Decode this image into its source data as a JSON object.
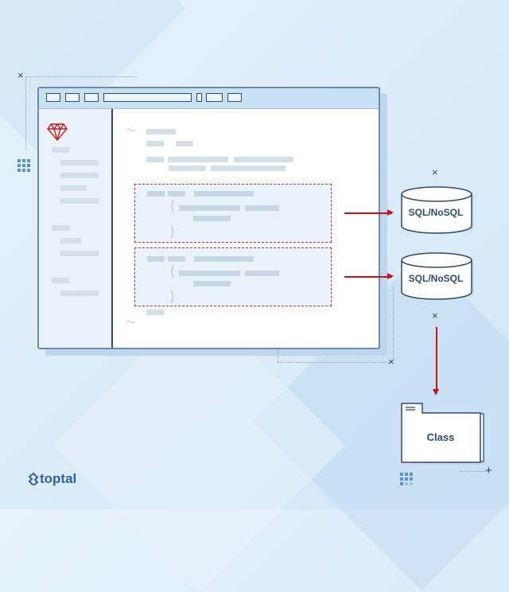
{
  "diagram": {
    "databases": [
      {
        "label": "SQL/NoSQL"
      },
      {
        "label": "SQL/NoSQL"
      }
    ],
    "class_box": {
      "label": "Class"
    },
    "logo": {
      "text": "toptal"
    },
    "colors": {
      "accent": "#cc1111",
      "navy": "#2b4b70",
      "sidebar": "#eaf3fc",
      "titlebar": "#c7e0f3"
    }
  }
}
